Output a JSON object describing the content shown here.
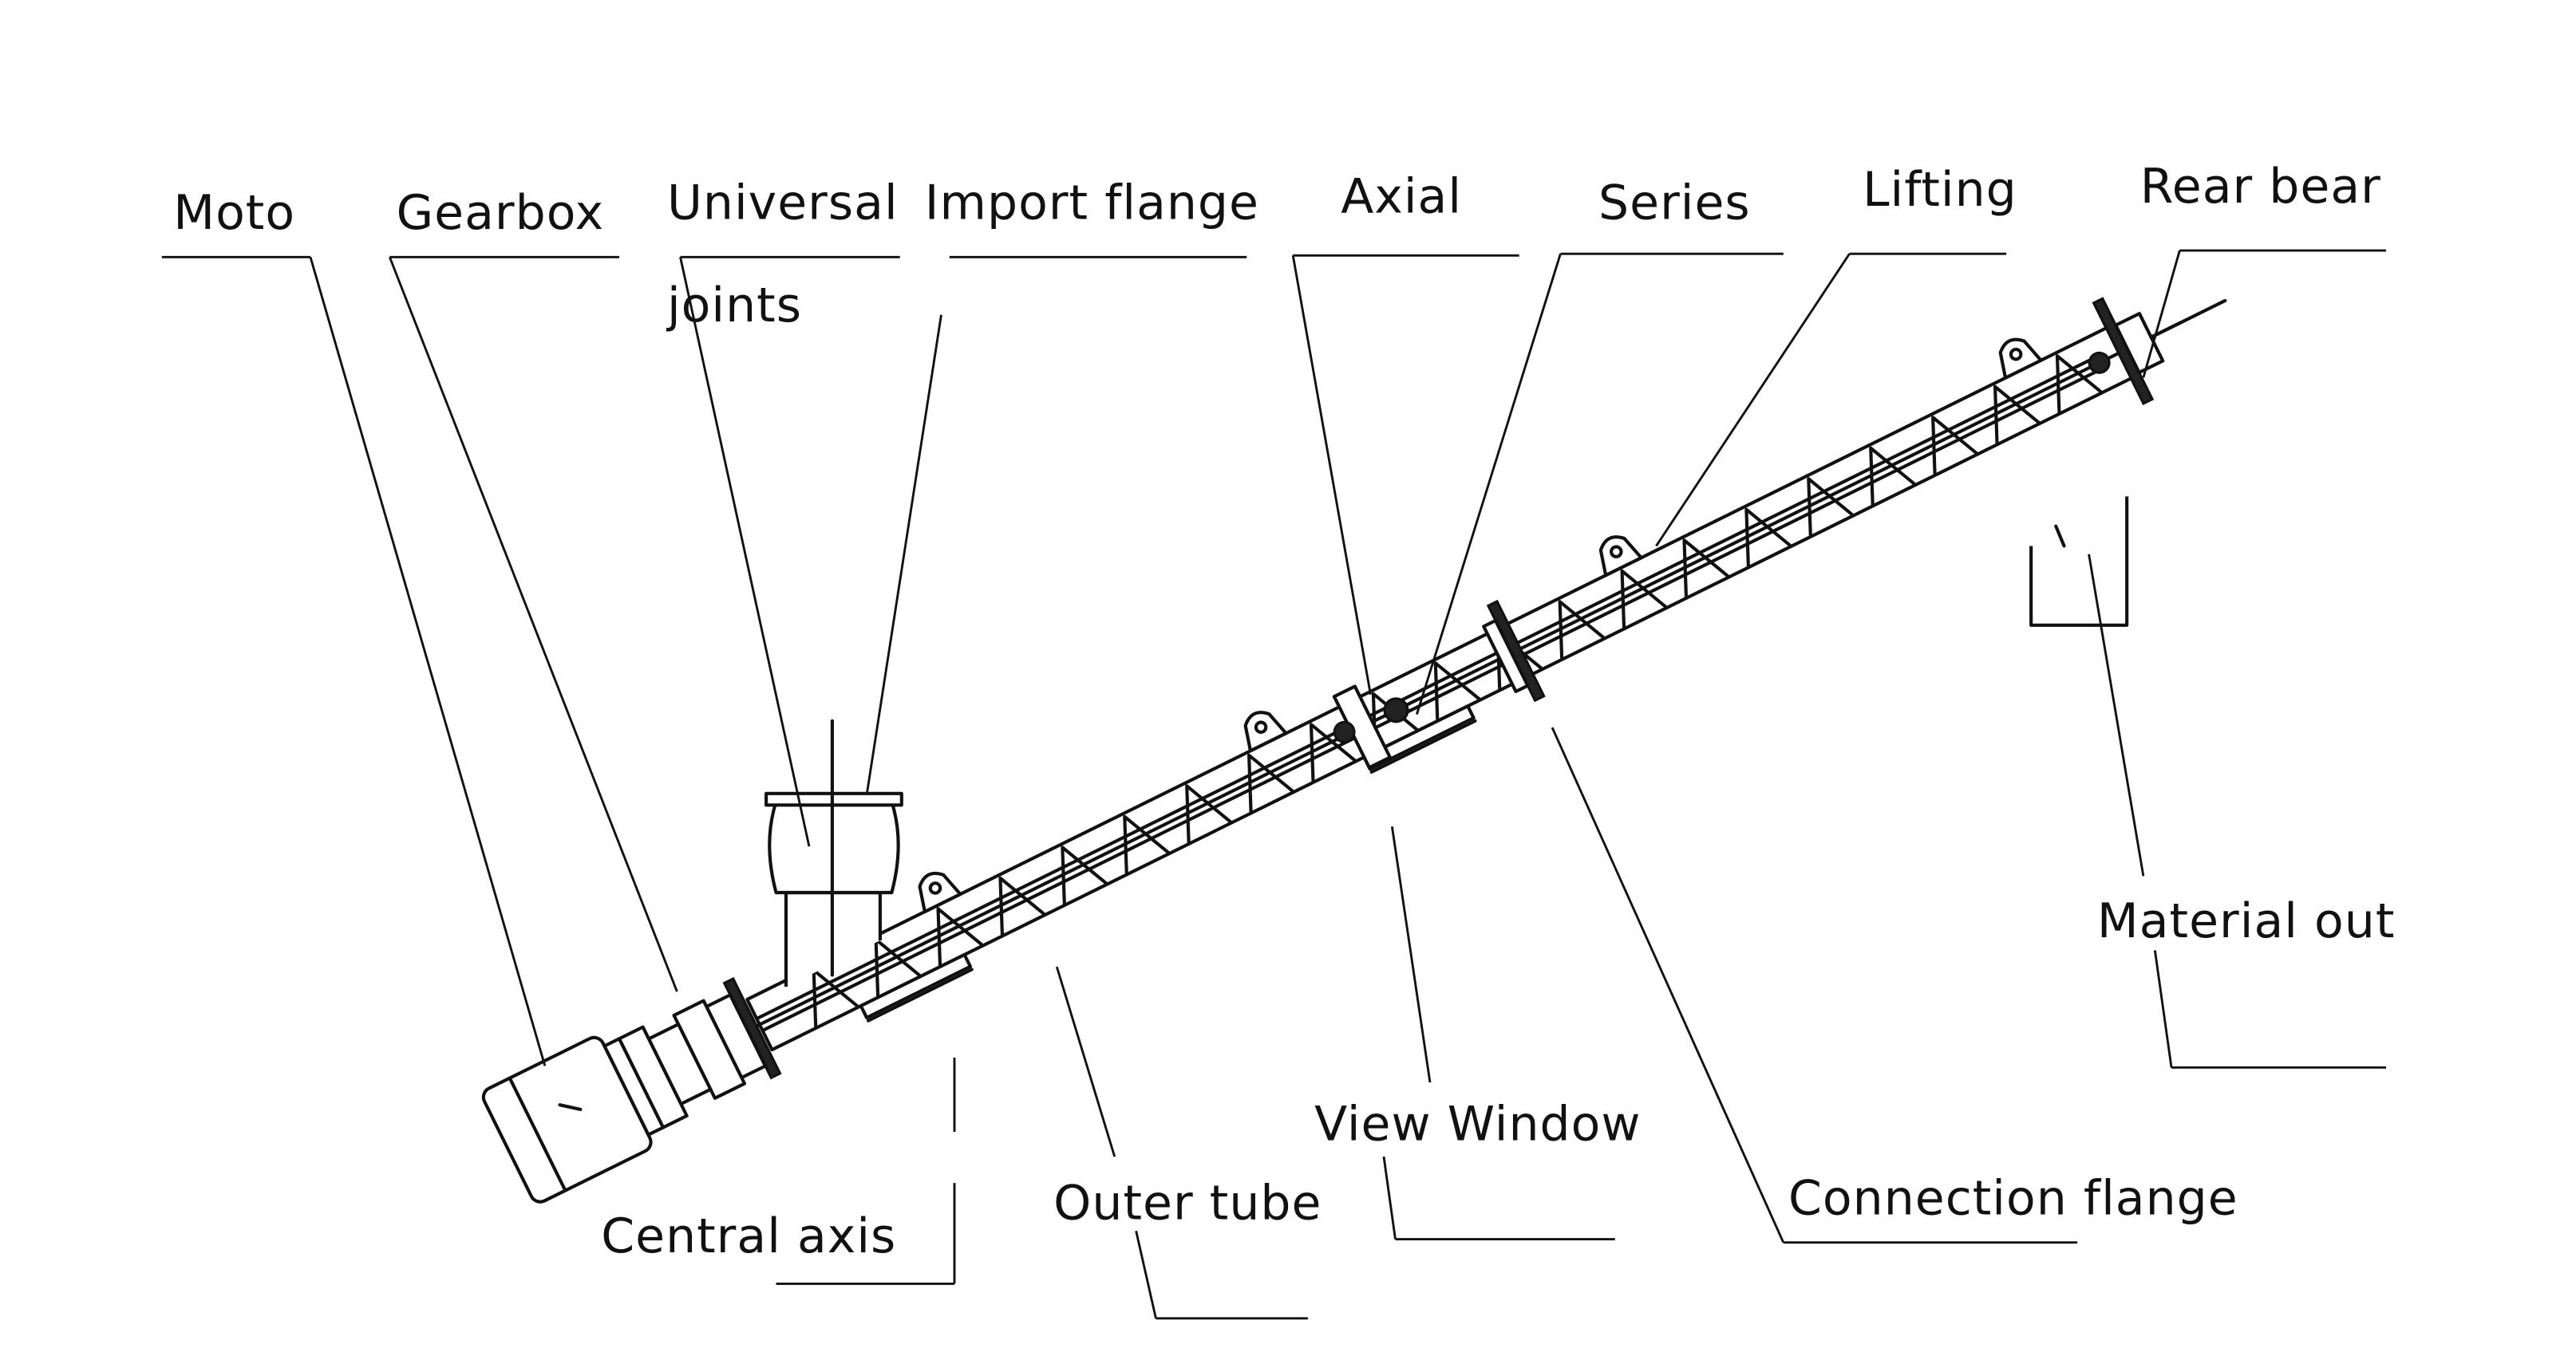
{
  "labels": {
    "moto": "Moto",
    "gearbox": "Gearbox",
    "universal_line1": "Universal",
    "universal_line2": "joints",
    "import_flange": "Import flange",
    "axial": "Axial",
    "series": "Series",
    "lifting": "Lifting",
    "rear_bear": "Rear bear",
    "material_out": "Material out",
    "view_window": "View Window",
    "connection_flange": "Connection flange",
    "outer_tube": "Outer tube",
    "central_axis": "Central axis"
  },
  "colors": {
    "ink": "#111111",
    "background": "#ffffff"
  }
}
